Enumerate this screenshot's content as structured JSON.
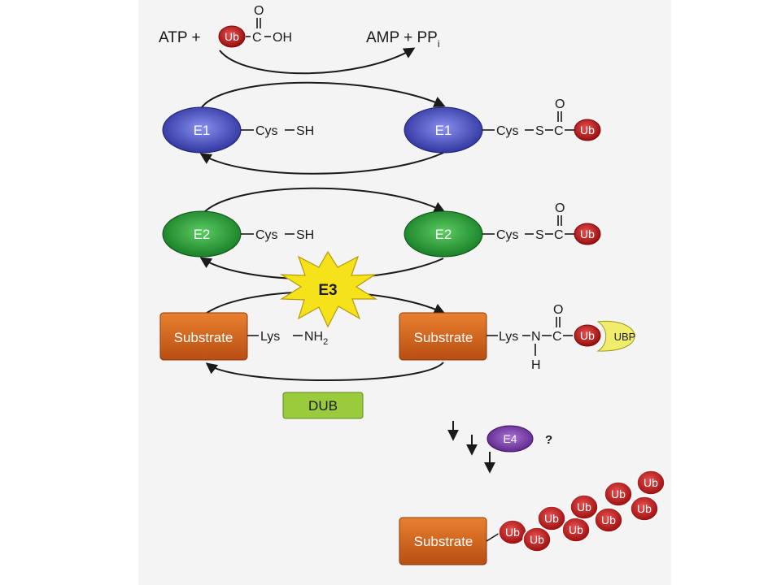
{
  "labels": {
    "atp": "ATP +",
    "amp": "AMP + PP",
    "amp_sub": "i",
    "ub": "Ub",
    "o": "O",
    "c": "C",
    "oh": "OH",
    "e1": "E1",
    "e2": "E2",
    "e3": "E3",
    "e4": "E4",
    "cys": "Cys",
    "sh": "SH",
    "s": "S",
    "lys": "Lys",
    "nh": "NH",
    "nh_sub": "2",
    "n": "N",
    "h": "H",
    "substrate": "Substrate",
    "ubp": "UBP",
    "dub": "DUB",
    "question": "?"
  },
  "colors": {
    "e1": "#4a52c4",
    "e2": "#2e9a3a",
    "e3": "#f5e21a",
    "e4": "#7a3aa8",
    "ub": "#c41a1a",
    "substrate": "#d7651e",
    "ubp": "#f1ec6c",
    "dub": "#9acb3c"
  },
  "poly_ub_chain": [
    "Ub",
    "Ub",
    "Ub",
    "Ub",
    "Ub",
    "Ub",
    "Ub",
    "Ub",
    "Ub"
  ]
}
